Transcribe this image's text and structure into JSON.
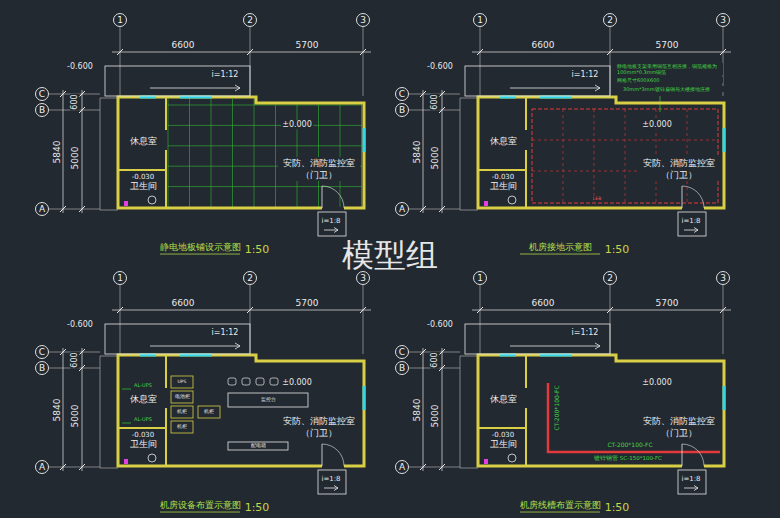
{
  "diagram": {
    "nodes": [
      {
        "text": [
          "1"
        ]
      },
      {
        "text": [
          "2"
        ]
      },
      {
        "text": [
          "3"
        ]
      },
      {
        "text": [
          "C"
        ]
      },
      {
        "text": [
          "B"
        ]
      },
      {
        "text": [
          "A"
        ]
      },
      {
        "text": [
          "休息室"
        ]
      },
      {
        "text": [
          "卫生间"
        ]
      },
      {
        "text": [
          "安防、消防监控室 （门卫）"
        ]
      },
      {
        "text": [
          "1"
        ]
      },
      {
        "text": [
          "2"
        ]
      },
      {
        "text": [
          "3"
        ]
      },
      {
        "text": [
          "C"
        ]
      },
      {
        "text": [
          "B"
        ]
      },
      {
        "text": [
          "A"
        ]
      },
      {
        "text": [
          "休息室"
        ]
      },
      {
        "text": [
          "卫生间"
        ]
      },
      {
        "text": [
          "安防、消防监控室 （门卫）"
        ]
      },
      {
        "text": [
          "1"
        ]
      },
      {
        "text": [
          "2"
        ]
      },
      {
        "text": [
          "3"
        ]
      },
      {
        "text": [
          "C"
        ]
      },
      {
        "text": [
          "B"
        ]
      },
      {
        "text": [
          "A"
        ]
      },
      {
        "text": [
          "休息室"
        ]
      },
      {
        "text": [
          "卫生间"
        ]
      },
      {
        "text": [
          "安防、消防监控室 （门卫）"
        ]
      },
      {
        "text": [
          "1"
        ]
      },
      {
        "text": [
          "2"
        ]
      },
      {
        "text": [
          "3"
        ]
      },
      {
        "text": [
          "C"
        ]
      },
      {
        "text": [
          "B"
        ]
      },
      {
        "text": [
          "A"
        ]
      },
      {
        "text": [
          "休息室"
        ]
      },
      {
        "text": [
          "卫生间"
        ]
      },
      {
        "text": [
          "安防、消防监控室 （门卫）"
        ]
      }
    ],
    "labels": [
      "6600",
      "5700",
      "600",
      "5000",
      "5840",
      "-0.600",
      "i=1:12",
      "±0.000",
      "-0.030",
      "i=1:8",
      "静电地板铺设示意图",
      "1:50",
      "6600",
      "5700",
      "600",
      "5000",
      "5840",
      "-0.600",
      "i=1:12",
      "±0.000",
      "-0.030",
      "i=1:8",
      "机房接地示意图",
      "1:50",
      "静电地板支架采用铜箔互相连接，铜箔规格为100mm*0.3mm铜箔",
      "网格尺寸600X600",
      "30mm*3mm镀锌扁钢与大楼接地连接",
      "LEB",
      "6600",
      "5700",
      "600",
      "5000",
      "5840",
      "-0.600",
      "i=1:12",
      "±0.000",
      "-0.030",
      "i=1:8",
      "机房设备布置示意图",
      "1:50",
      "AL-UPS",
      "AL-UPS",
      "UPS",
      "电池柜",
      "机柜",
      "机柜",
      "机柜",
      "监控台",
      "配电箱",
      "6600",
      "5700",
      "600",
      "5000",
      "5840",
      "-0.600",
      "i=1:12",
      "±0.000",
      "-0.030",
      "i=1:8",
      "机房线槽布置示意图",
      "1:50",
      "CT-200*100-FC",
      "CT-200*100-FC",
      "镀锌钢管 SC-150*100-FC",
      "模型组"
    ]
  }
}
